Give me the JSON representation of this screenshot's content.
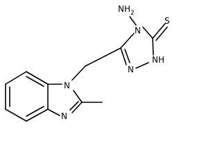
{
  "molecule": {
    "labels": {
      "amino_n": "N",
      "amino_h": "H",
      "amino_sub": "2",
      "n4": "N",
      "thione_s": "S",
      "nh_n": "N",
      "nh_h": "H",
      "n2": "N",
      "bzn1": "N",
      "bzn3": "N"
    },
    "colors": {
      "bond": "#000000",
      "text": "#000000",
      "background": "#ffffff"
    }
  }
}
